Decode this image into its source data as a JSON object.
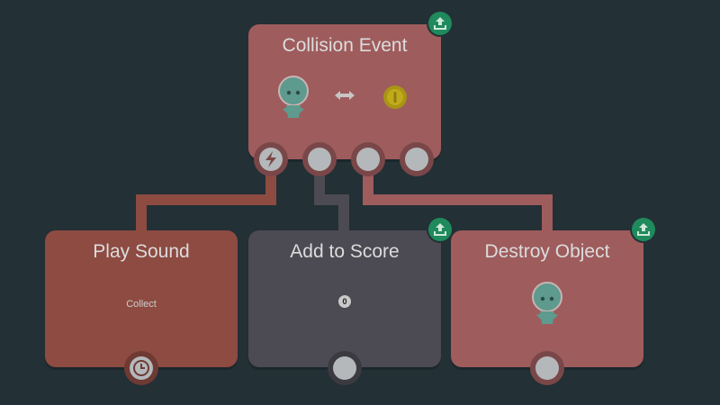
{
  "colors": {
    "background": "#233036",
    "event_card": "#9e5c5d",
    "sound_card": "#8d4b42",
    "score_card": "#4c4a53",
    "destroy_card": "#9e5c5d",
    "badge": "#1f8a5b",
    "port": "#b4b8bb"
  },
  "event_node": {
    "title": "Collision Event",
    "icons": [
      "alien-character-icon",
      "bidirectional-arrow-icon",
      "gold-coin-icon"
    ],
    "ports": [
      "lightning-trigger-port",
      "output-port-1",
      "output-port-2",
      "output-port-3"
    ]
  },
  "sound_node": {
    "title": "Play Sound",
    "label": "Collect",
    "port_icon": "clock-icon"
  },
  "score_node": {
    "title": "Add to Score",
    "value": "0"
  },
  "destroy_node": {
    "title": "Destroy Object",
    "icon": "alien-character-icon"
  },
  "badges": {
    "icon": "upload-icon"
  }
}
